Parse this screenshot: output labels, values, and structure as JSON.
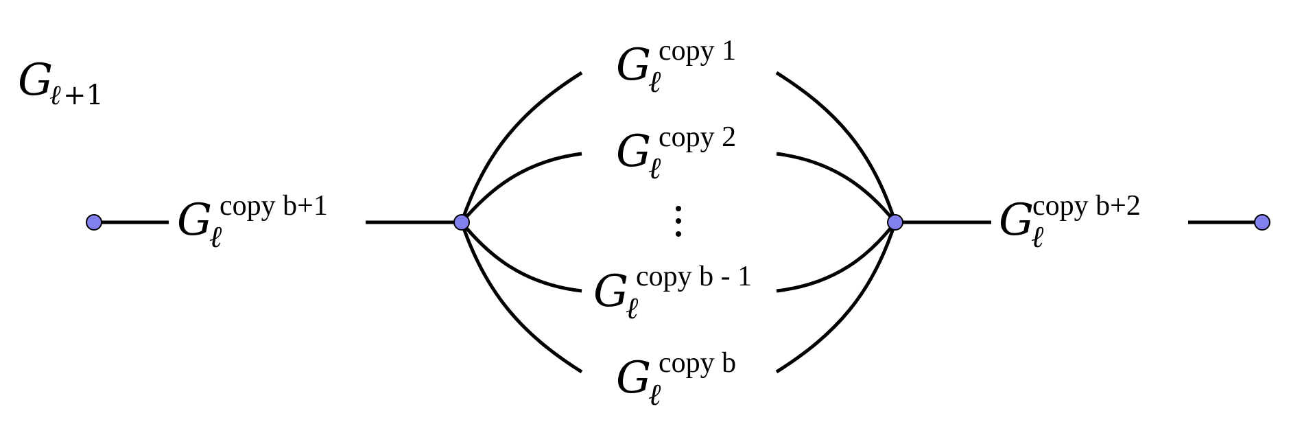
{
  "title": {
    "base": "G",
    "subscript_ell": "ℓ",
    "subscript_rest": "+1"
  },
  "label_base": "G",
  "label_subscript": "ℓ",
  "labels": {
    "left_outer": "copy b+1",
    "right_outer": "copy b+2",
    "copy_1": "copy 1",
    "copy_2": "copy 2",
    "copy_b_minus_1": "copy b - 1",
    "copy_b": "copy b"
  },
  "colors": {
    "vertex_fill": "#8080ee",
    "edge": "#000000"
  }
}
